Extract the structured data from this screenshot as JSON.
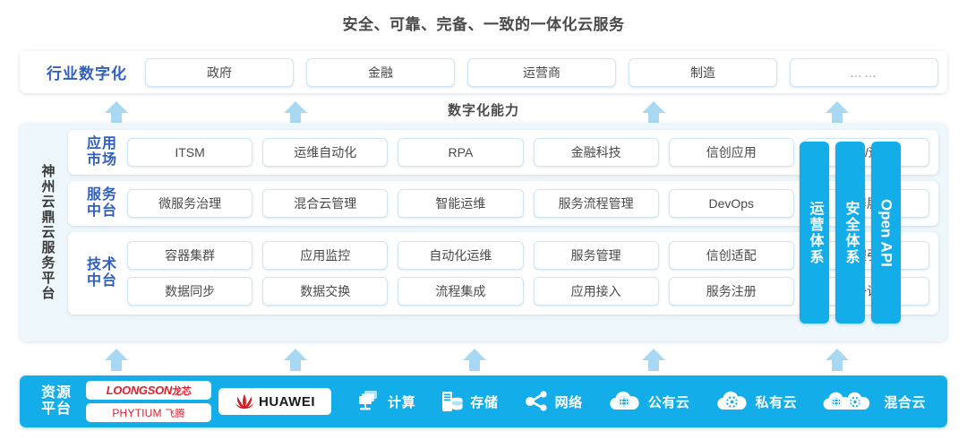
{
  "title": "安全、可靠、完备、一致的一体化云服务",
  "industry": {
    "label": "行业数字化",
    "items": [
      "政府",
      "金融",
      "运营商",
      "制造",
      "……"
    ]
  },
  "capability_label": "数字化能力",
  "platform": {
    "vertical_label": "神州云鼎云服务平台",
    "layers": [
      {
        "label": "应用\n市场",
        "label_line1": "应用",
        "label_line2": "市场",
        "rows": [
          [
            "ITSM",
            "运维自动化",
            "RPA",
            "金融科技",
            "信创应用",
            "运维/运营"
          ]
        ]
      },
      {
        "label_line1": "服务",
        "label_line2": "中台",
        "rows": [
          [
            "微服务治理",
            "混合云管理",
            "智能运维",
            "服务流程管理",
            "DevOps",
            "大屏展示"
          ]
        ]
      },
      {
        "label_line1": "技术",
        "label_line2": "中台",
        "rows": [
          [
            "容器集群",
            "应用监控",
            "自动化运维",
            "服务管理",
            "信创适配",
            "流程引擎"
          ],
          [
            "数据同步",
            "数据交换",
            "流程集成",
            "应用接入",
            "服务注册",
            "统一认证"
          ]
        ]
      }
    ],
    "sidebars": [
      "运营体系",
      "安全体系",
      "Open API"
    ]
  },
  "resource": {
    "label_line1": "资源",
    "label_line2": "平台",
    "logos": [
      {
        "name": "loongson",
        "latin": "LOONGSON",
        "cn": "龙芯"
      },
      {
        "name": "phytium",
        "latin": "PHYTIUM",
        "cn": "飞腾"
      },
      {
        "name": "huawei",
        "latin": "HUAWEI",
        "cn": ""
      }
    ],
    "items": [
      {
        "icon": "compute-icon",
        "label": "计算"
      },
      {
        "icon": "storage-icon",
        "label": "存储"
      },
      {
        "icon": "network-icon",
        "label": "网络"
      },
      {
        "icon": "public-cloud-icon",
        "label": "公有云"
      },
      {
        "icon": "private-cloud-icon",
        "label": "私有云"
      },
      {
        "icon": "hybrid-cloud-icon",
        "label": "混合云"
      }
    ]
  },
  "arrows": {
    "upper": [
      130,
      330,
      730,
      935
    ],
    "lower": [
      130,
      330,
      530,
      730,
      935
    ]
  },
  "colors": {
    "brand_blue": "#13ade9",
    "label_blue": "#2f5fc0",
    "arrow_blue": "#a9d9f2",
    "panel_bg": "#eef7fc",
    "chip_border": "#cfe6f7",
    "logo_red": "#d9232e",
    "text_gray": "#4a4a4a"
  }
}
